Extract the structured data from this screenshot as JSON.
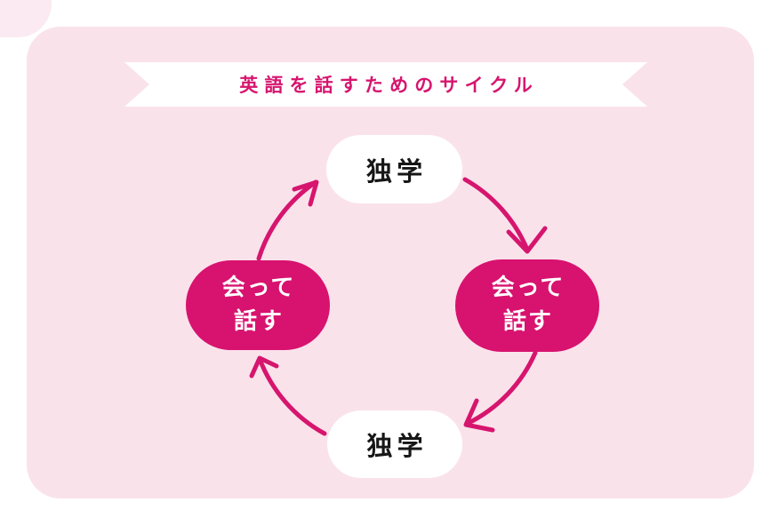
{
  "banner": {
    "title": "英語を話すためのサイクル"
  },
  "colors": {
    "page_bg": "#ffffff",
    "panel_bg": "#FAE2EB",
    "accent": "#D6156E",
    "node_pink_bg": "#D8126F",
    "node_white_bg": "#ffffff",
    "node_dark_text": "#161616",
    "node_light_text": "#ffffff"
  },
  "cycle": {
    "direction": "clockwise",
    "nodes": [
      {
        "position": "top",
        "label": "独学",
        "style": "white"
      },
      {
        "position": "right",
        "label": "会って話す",
        "line1": "会って",
        "line2": "話す",
        "style": "pink"
      },
      {
        "position": "bottom",
        "label": "独学",
        "style": "white"
      },
      {
        "position": "left",
        "label": "会って話す",
        "line1": "会って",
        "line2": "話す",
        "style": "pink"
      }
    ],
    "arrows": [
      {
        "from": "top",
        "to": "right"
      },
      {
        "from": "right",
        "to": "bottom"
      },
      {
        "from": "bottom",
        "to": "left"
      },
      {
        "from": "left",
        "to": "top"
      }
    ]
  }
}
